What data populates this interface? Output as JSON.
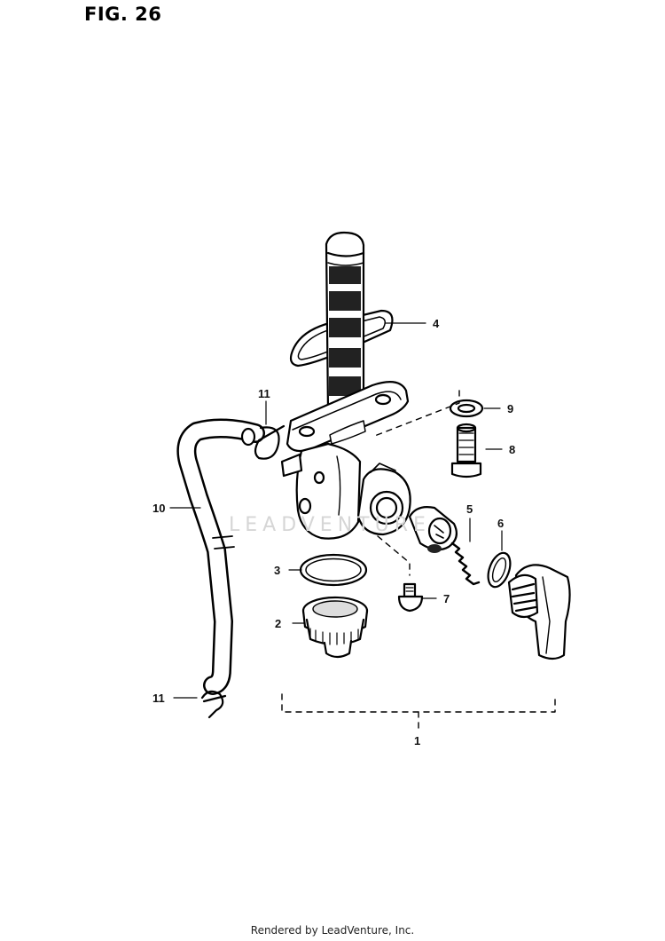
{
  "figure": {
    "title": "FIG. 26"
  },
  "callouts": {
    "c1": "1",
    "c2": "2",
    "c3": "3",
    "c4": "4",
    "c5": "5",
    "c6": "6",
    "c7": "7",
    "c8": "8",
    "c9": "9",
    "c10": "10",
    "c11_top": "11",
    "c11_bottom": "11"
  },
  "watermark": "LEADVENTURE",
  "footer": {
    "text": "Rendered by LeadVenture, Inc."
  }
}
